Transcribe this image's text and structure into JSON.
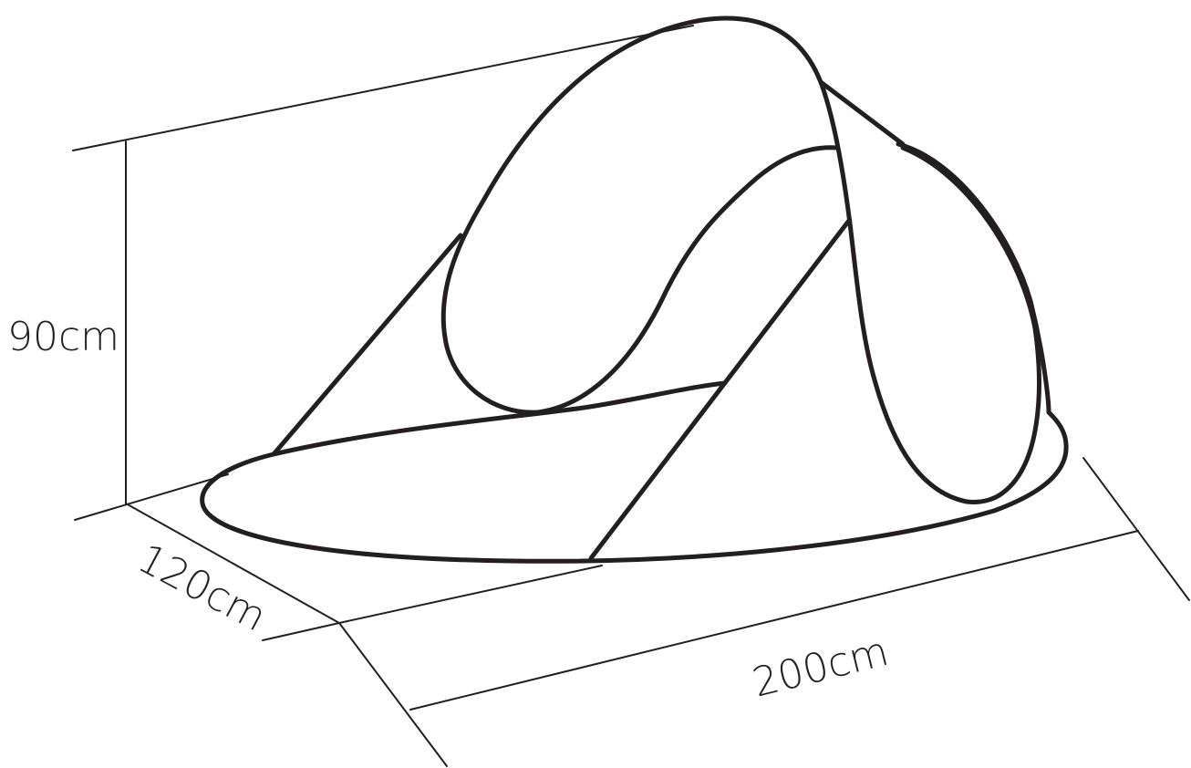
{
  "dimensions": {
    "height_label": "90cm",
    "depth_label": "120cm",
    "width_label": "200cm"
  },
  "colors": {
    "line": "#231f20",
    "background": "#ffffff"
  }
}
